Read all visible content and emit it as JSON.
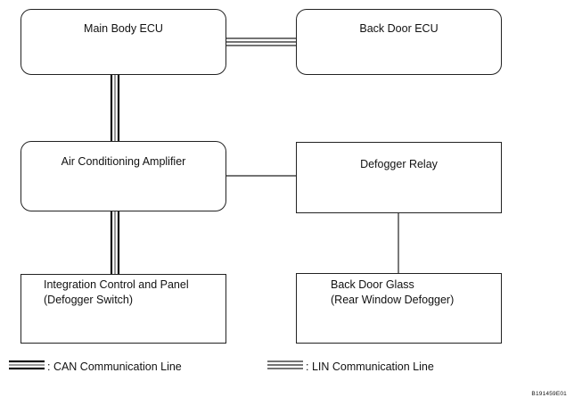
{
  "boxes": {
    "main_body_ecu": "Main Body ECU",
    "back_door_ecu": "Back Door ECU",
    "air_conditioning_amplifier": "Air Conditioning Amplifier",
    "defogger_relay": "Defogger Relay",
    "integration_control_line1": "Integration Control and Panel",
    "integration_control_line2": "(Defogger Switch)",
    "back_door_glass_line1": "Back Door Glass",
    "back_door_glass_line2": "(Rear Window Defogger)"
  },
  "legend": {
    "can_label": ": CAN Communication Line",
    "lin_label": ": LIN Communication Line"
  },
  "figure_code": "B191459E01"
}
